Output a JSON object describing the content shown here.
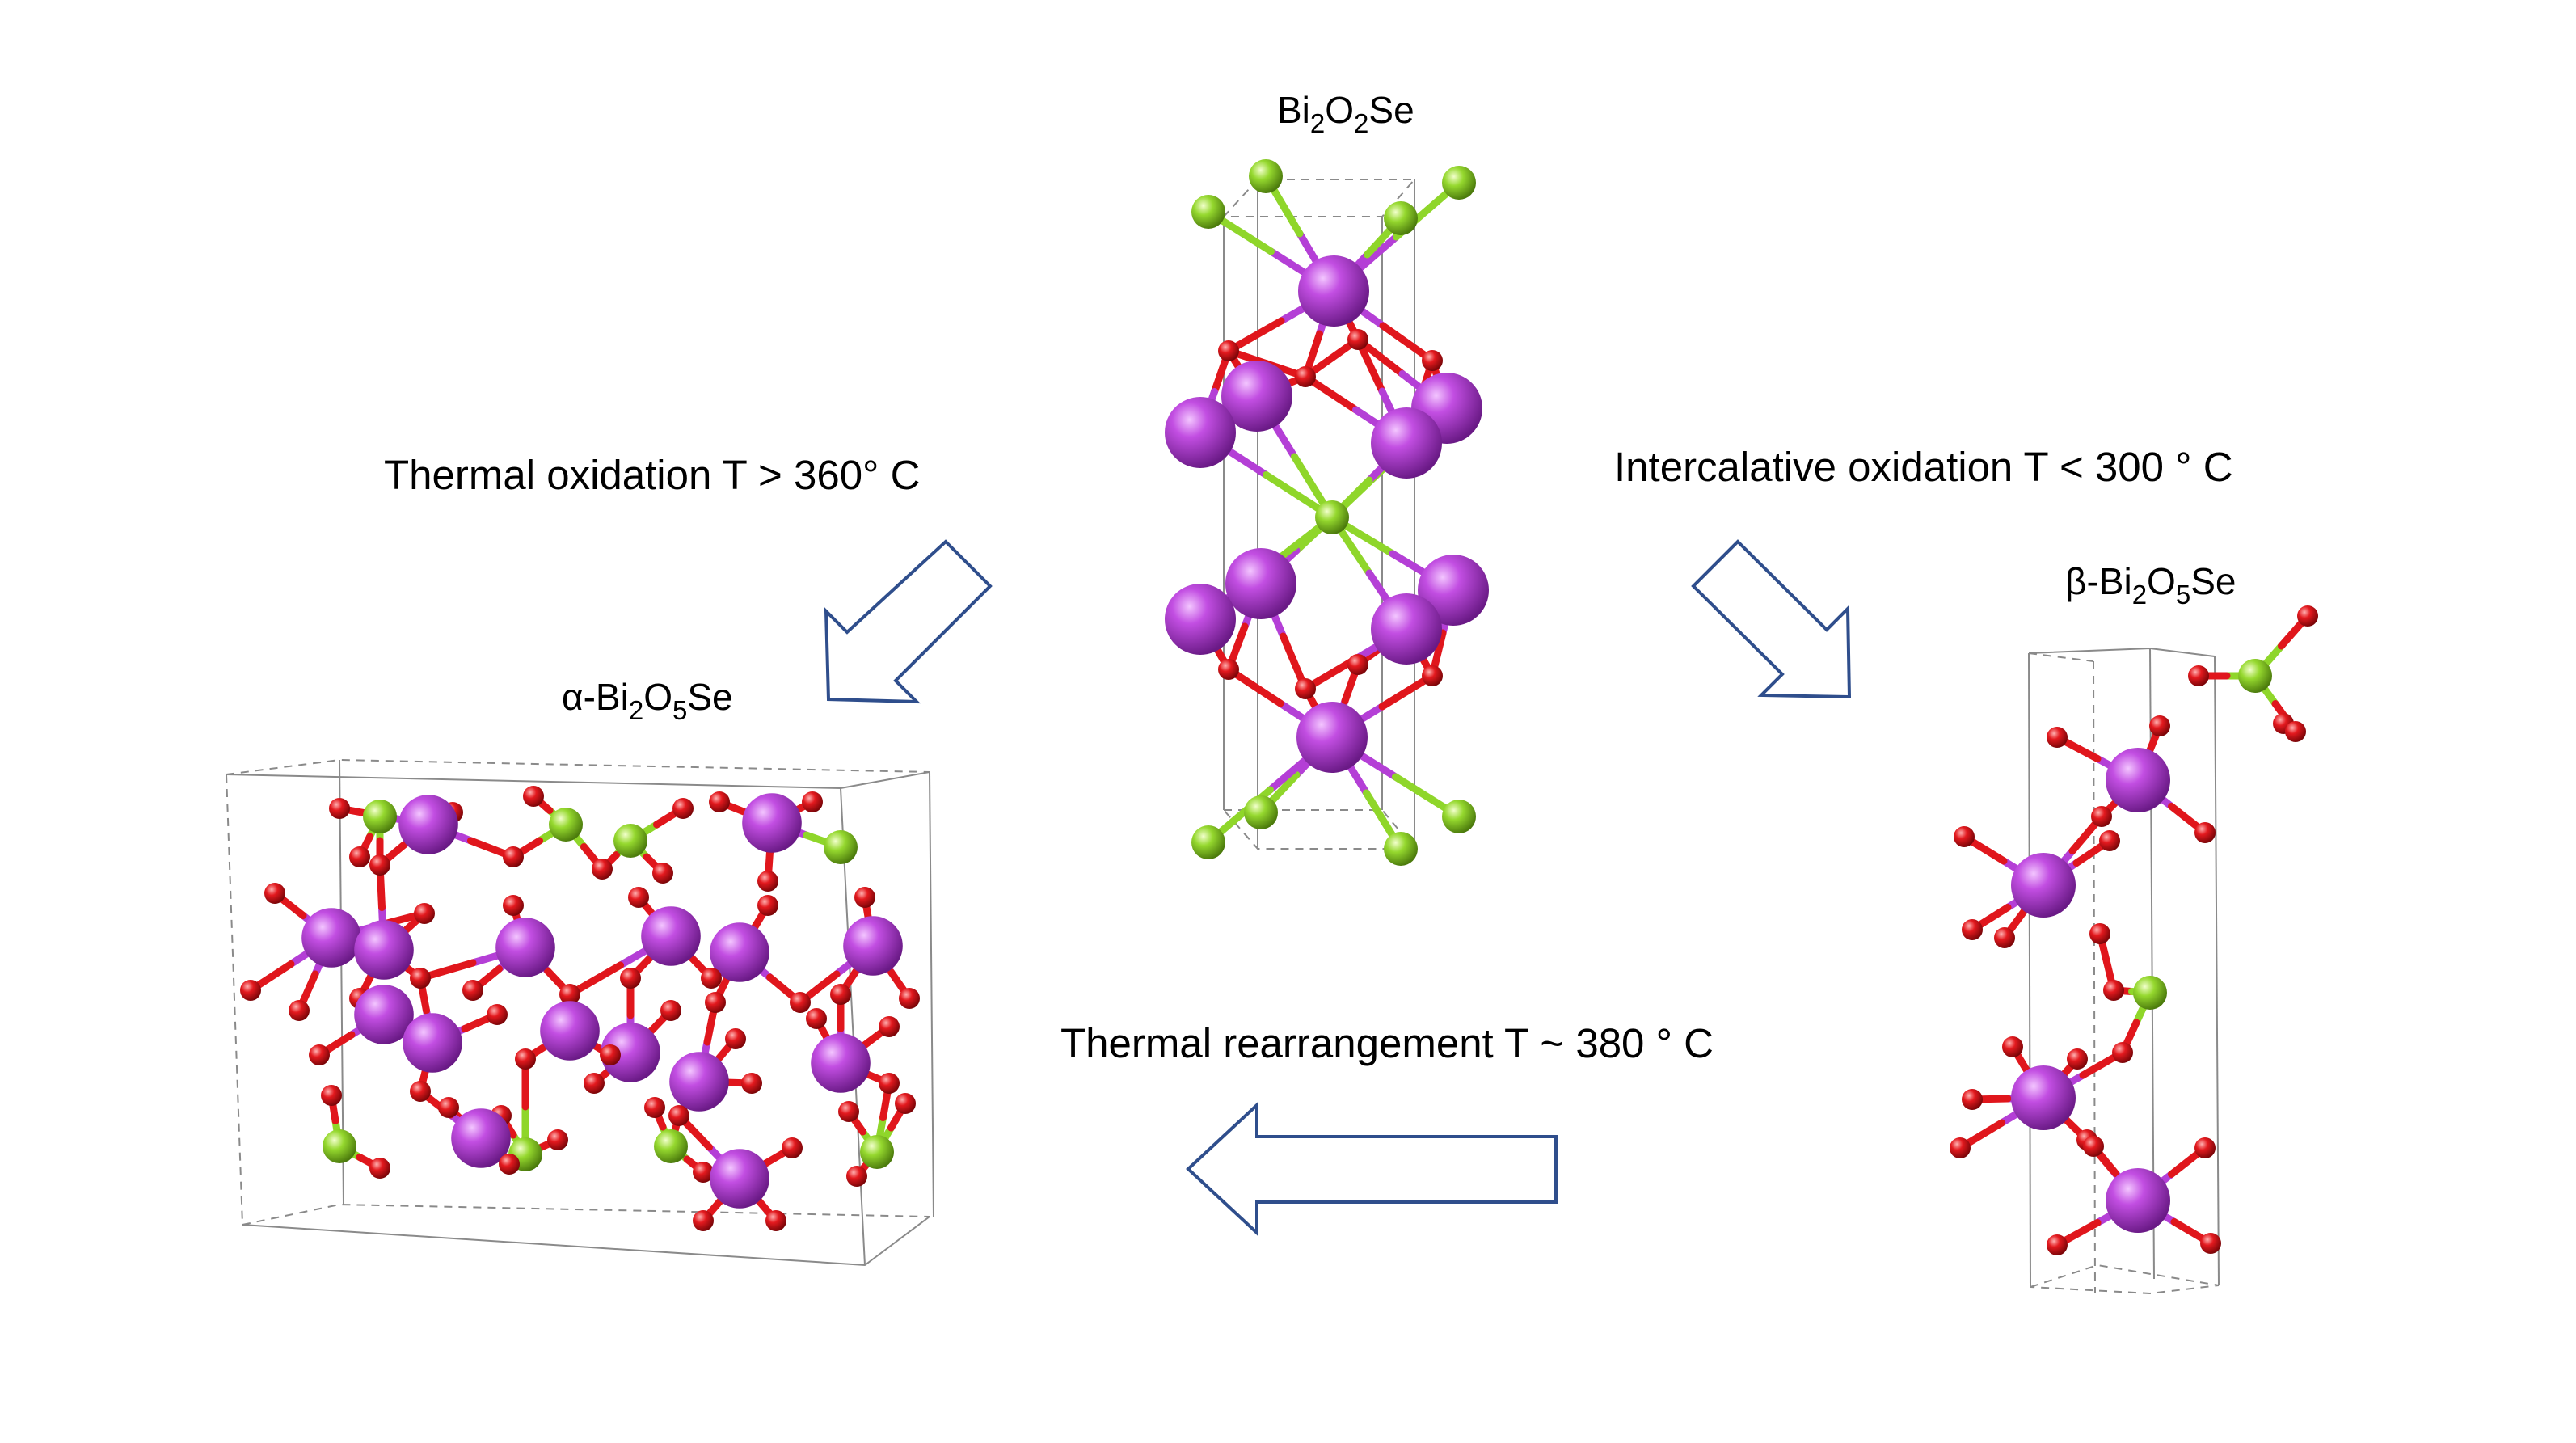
{
  "colors": {
    "bismuth": "#b43fd6",
    "oxygen": "#e0161c",
    "selenium": "#8fd62a",
    "arrow_outline": "#2f4e8c",
    "cell_edge": "#8a8a8a",
    "text": "#000000"
  },
  "structures": {
    "center": {
      "formula": {
        "main1": "Bi",
        "sub1": "2",
        "main2": "O",
        "sub2": "2",
        "main3": "Se"
      }
    },
    "alpha": {
      "formula": {
        "prefix": "α-Bi",
        "sub1": "2",
        "main2": "O",
        "sub2": "5",
        "main3": "Se"
      }
    },
    "beta": {
      "formula": {
        "prefix": "β-Bi",
        "sub1": "2",
        "main2": "O",
        "sub2": "5",
        "main3": "Se"
      }
    }
  },
  "processes": {
    "thermal_oxidation": "Thermal oxidation T > 360° C",
    "intercalative_oxidation": "Intercalative oxidation T < 300 ° C",
    "thermal_rearrangement": "Thermal rearrangement T ~ 380 ° C"
  }
}
